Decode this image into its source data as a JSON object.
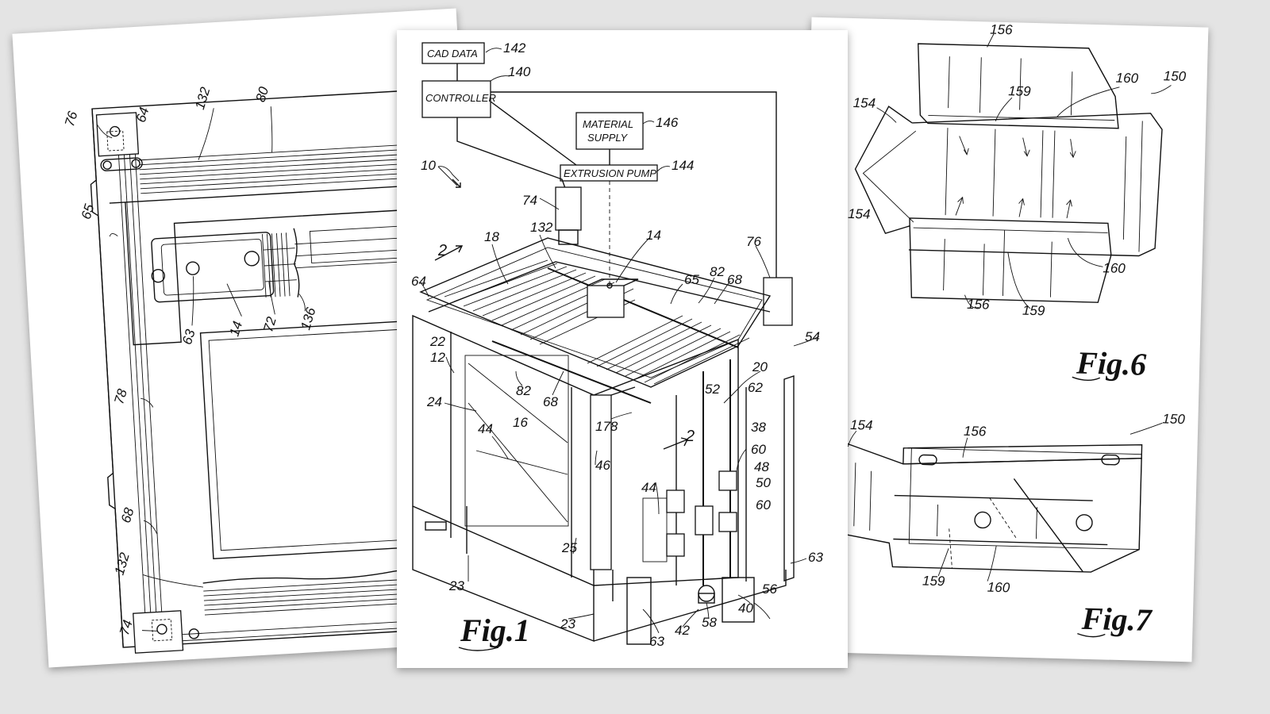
{
  "sheet_left": {
    "refs": [
      "76",
      "64",
      "132",
      "80",
      "65",
      "63",
      "14",
      "72",
      "136",
      "78",
      "68",
      "132",
      "74"
    ]
  },
  "sheet_center": {
    "boxes": {
      "cad_data": "CAD DATA",
      "controller": "CONTROLLER",
      "material_supply_line1": "MATERIAL",
      "material_supply_line2": "SUPPLY",
      "extrusion_pump": "EXTRUSION PUMP"
    },
    "refs": [
      "142",
      "140",
      "146",
      "144",
      "10",
      "74",
      "14",
      "18",
      "132",
      "2",
      "64",
      "65",
      "82",
      "76",
      "68",
      "54",
      "22",
      "12",
      "82",
      "68",
      "20",
      "62",
      "52",
      "24",
      "178",
      "38",
      "60",
      "48",
      "50",
      "60",
      "44",
      "16",
      "2",
      "46",
      "44",
      "23",
      "25",
      "23",
      "42",
      "58",
      "40",
      "56",
      "63",
      "63"
    ],
    "fig_label": "Fig.1"
  },
  "sheet_right": {
    "fig6": {
      "refs": [
        "156",
        "160",
        "150",
        "154",
        "159",
        "154",
        "160",
        "156",
        "159"
      ],
      "label": "Fig.6"
    },
    "fig7": {
      "refs": [
        "154",
        "156",
        "150",
        "159",
        "160"
      ],
      "label": "Fig.7"
    }
  }
}
